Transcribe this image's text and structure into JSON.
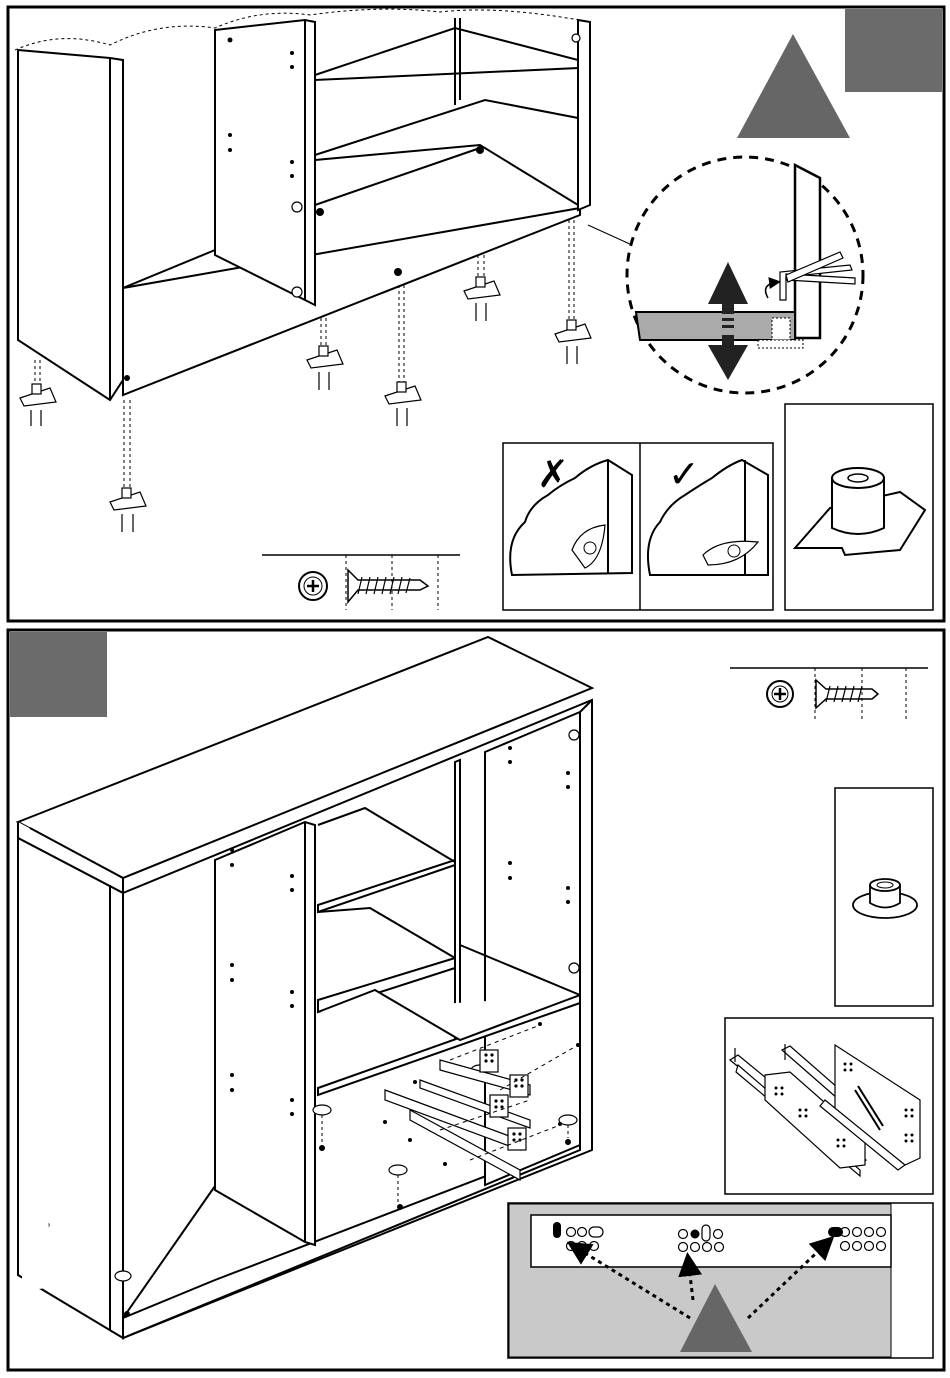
{
  "page": {
    "type": "assembly-instructions",
    "panels": [
      {
        "id": "step-top",
        "step_number": ""
      },
      {
        "id": "step-bottom",
        "step_number": ""
      }
    ]
  },
  "colors": {
    "frame": "#000000",
    "step_badge": "#6b6b6b",
    "warning_triangle": "#666666",
    "highlight_panel": "#c9c9c9",
    "paper": "#ffffff"
  },
  "icons": {
    "top_step_badge": "step-number-badge",
    "top_warning": "warning-triangle-icon",
    "top_detail": "foot-adjust-detail",
    "wrong": "cross-mark-icon",
    "right": "check-mark-icon",
    "foot_part": "adjustable-foot-part",
    "top_screw": "phillips-screw-icon",
    "bottom_step_badge": "step-number-badge",
    "bottom_screw": "phillips-screw-icon",
    "glide_part": "furniture-glide-part",
    "slides_part": "drawer-slide-rails-part",
    "hole_detail": "hole-pattern-detail",
    "hole_warning": "warning-triangle-icon"
  }
}
